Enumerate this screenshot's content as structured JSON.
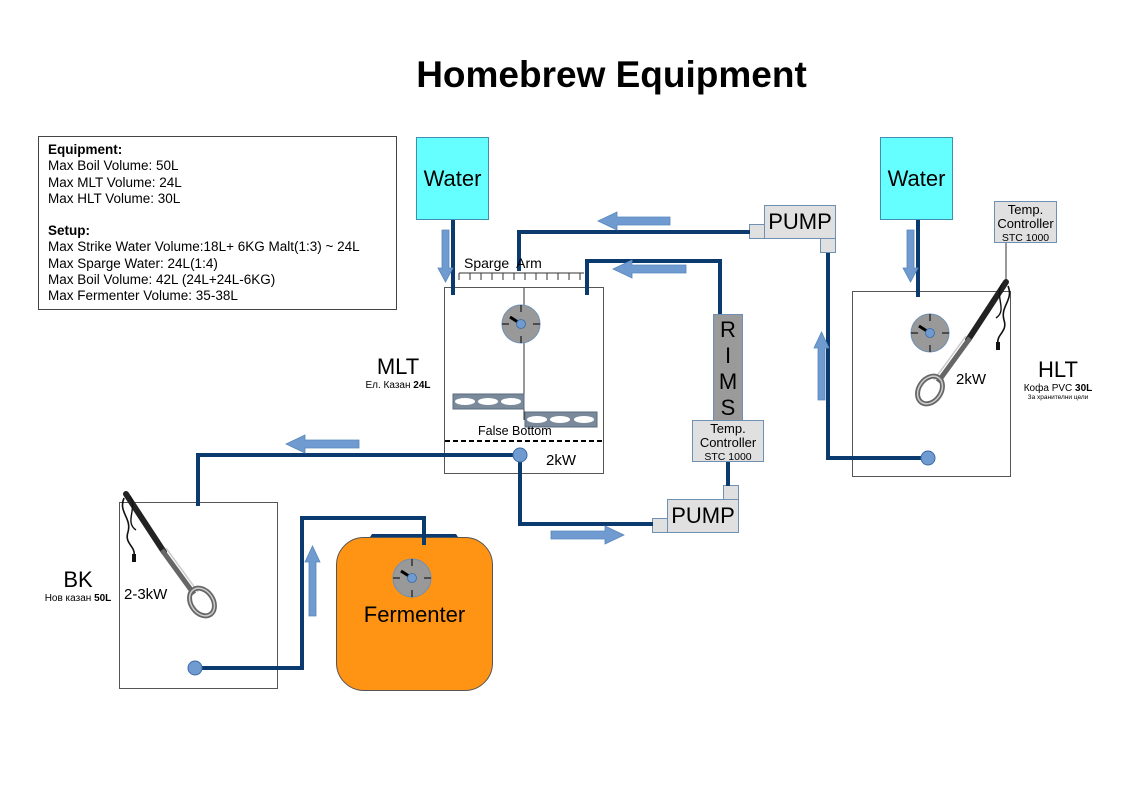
{
  "title": "Homebrew Equipment",
  "info_box": {
    "equipment_heading": "Equipment:",
    "equipment_lines": [
      "Max Boil Volume: 50L",
      "Max MLT Volume: 24L",
      "Max HLT Volume: 30L"
    ],
    "setup_heading": "Setup:",
    "setup_lines": [
      "Max Strike Water Volume:18L+ 6KG Malt(1:3) ~ 24L",
      "Max Sparge Water: 24L(1:4)",
      "Max Boil Volume: 42L (24L+24L-6KG)",
      "Max Fermenter Volume: 35-38L"
    ]
  },
  "water_sources": [
    {
      "label": "Water"
    },
    {
      "label": "Water"
    }
  ],
  "mlt": {
    "name": "MLT",
    "subtitle_prefix": "Ел. Казан ",
    "subtitle_bold": "24L",
    "sparge_label": "Sparge  Arm",
    "false_bottom_label": "False Bottom",
    "heater_label": "2kW"
  },
  "hlt": {
    "name": "HLT",
    "subtitle_prefix": "Кофа PVC ",
    "subtitle_bold": "30L",
    "note": "За хранителни цели",
    "heater_label": "2kW"
  },
  "bk": {
    "name": "BK",
    "subtitle_prefix": "Нов казан ",
    "subtitle_bold": "50L",
    "heater_label": "2-3kW"
  },
  "fermenter": {
    "name": "Fermenter"
  },
  "rims": {
    "letters": [
      "R",
      "I",
      "M",
      "S"
    ]
  },
  "controllers": [
    {
      "line1": "Temp.",
      "line2": "Controller",
      "model": "STC 1000"
    },
    {
      "line1": "Temp.",
      "line2": "Controller",
      "model": "STC 1000"
    }
  ],
  "pumps": [
    {
      "label": "PUMP"
    },
    {
      "label": "PUMP"
    }
  ],
  "colors": {
    "pipe": "#0b3a6e",
    "flow_arrow": "#6f9bd0",
    "water": "#66ffff",
    "fermenter": "#ff9414",
    "gauge": "#999999",
    "equipment_box": "#e0e0e0"
  }
}
